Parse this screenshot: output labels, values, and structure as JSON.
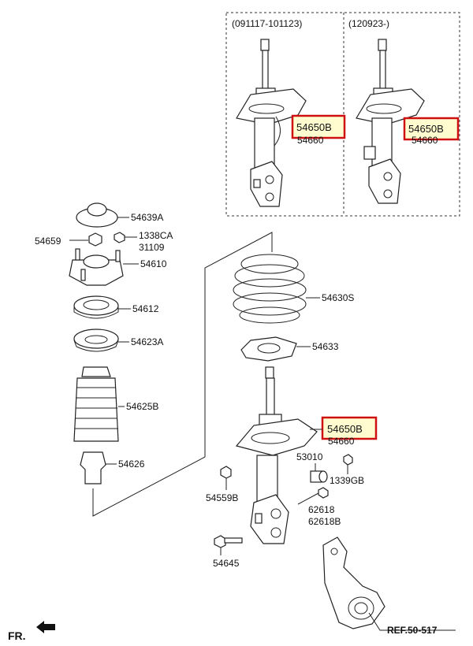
{
  "inset_left": {
    "date_range": "(091117-101123)",
    "highlight": "54650B",
    "sub_label": "54660"
  },
  "inset_right": {
    "date_range": "(120923-)",
    "highlight": "54650B",
    "sub_label": "54660"
  },
  "labels": {
    "p54639A": "54639A",
    "p54659": "54659",
    "p1338CA": "1338CA",
    "p31109": "31109",
    "p54610": "54610",
    "p54612": "54612",
    "p54623A": "54623A",
    "p54625B": "54625B",
    "p54626": "54626",
    "p54630S": "54630S",
    "p54633": "54633",
    "p54650B": "54650B",
    "p54660": "54660",
    "p53010": "53010",
    "p1339GB": "1339GB",
    "p54559B": "54559B",
    "p62618": "62618",
    "p62618B": "62618B",
    "p54645": "54645"
  },
  "reference": "REF.50-517",
  "front_marker": "FR.",
  "highlight_color": "#d01010",
  "highlight_fill": "#fffdd0"
}
